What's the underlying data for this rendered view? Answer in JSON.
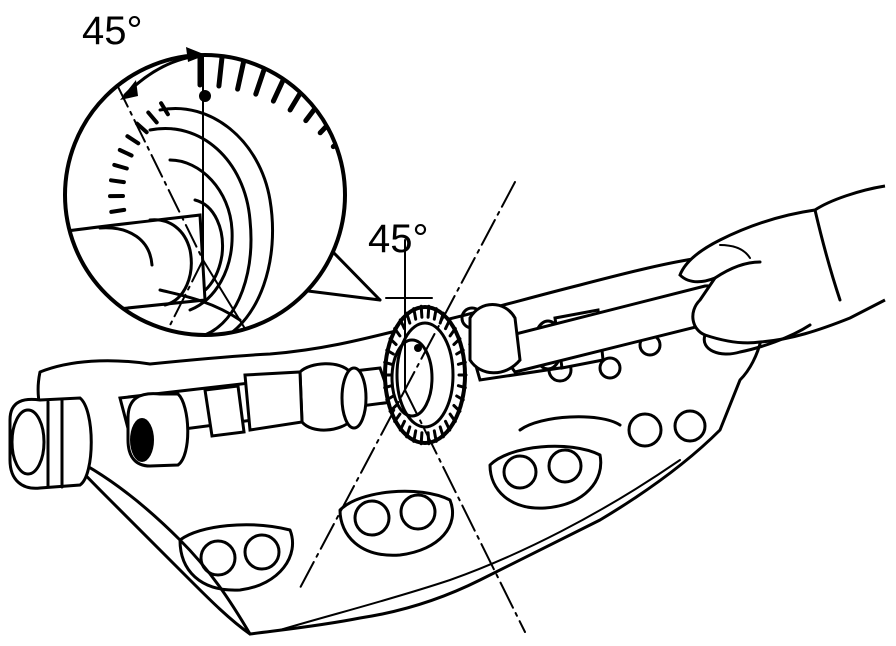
{
  "diagram": {
    "callouts": [
      {
        "id": "detail",
        "text": "45°"
      },
      {
        "id": "main",
        "text": "45°"
      }
    ]
  }
}
